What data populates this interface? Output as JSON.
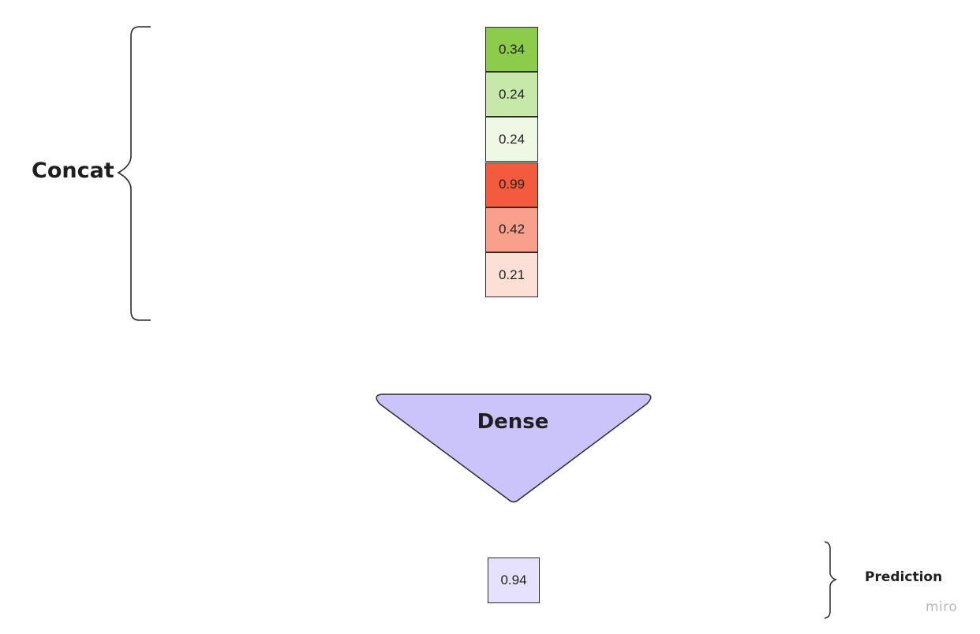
{
  "concat": {
    "label": "Concat",
    "cells": [
      {
        "value": "0.34",
        "color": "#8ccc4a"
      },
      {
        "value": "0.24",
        "color": "#c6e8a8"
      },
      {
        "value": "0.24",
        "color": "#eef8e4"
      },
      {
        "value": "0.99",
        "color": "#f45a3c"
      },
      {
        "value": "0.42",
        "color": "#f8a08c"
      },
      {
        "value": "0.21",
        "color": "#fce0d6"
      }
    ]
  },
  "dense": {
    "label": "Dense",
    "color": "#cbc4fa"
  },
  "prediction": {
    "label": "Prediction",
    "value": "0.94",
    "color": "#e6e2fd"
  },
  "watermark": "miro"
}
